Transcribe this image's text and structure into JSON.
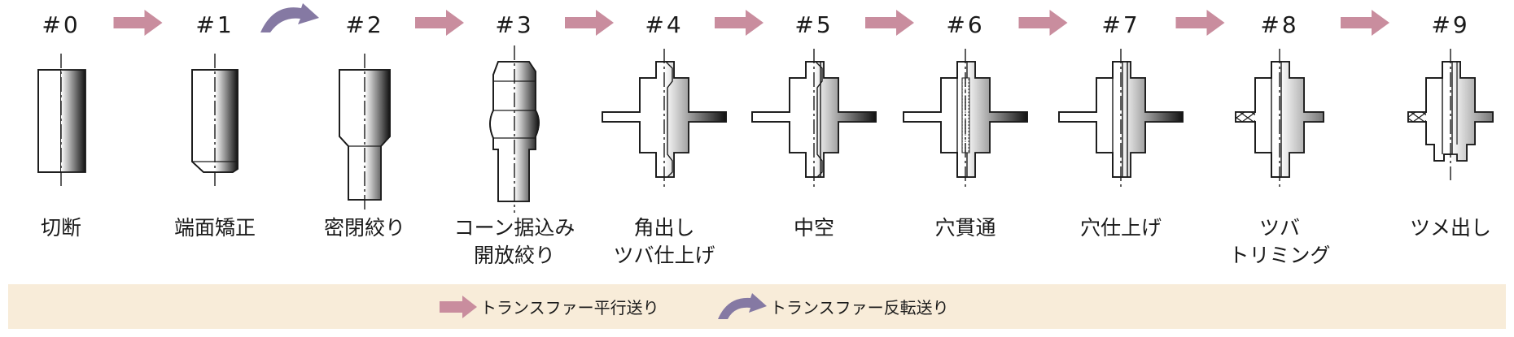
{
  "stations": [
    {
      "id": "#0",
      "lines": [
        "切断"
      ]
    },
    {
      "id": "#1",
      "lines": [
        "端面矯正"
      ]
    },
    {
      "id": "#2",
      "lines": [
        "密閉絞り"
      ]
    },
    {
      "id": "#3",
      "lines": [
        "コーン据込み",
        "開放絞り"
      ]
    },
    {
      "id": "#4",
      "lines": [
        "角出し",
        "ツバ仕上げ"
      ]
    },
    {
      "id": "#5",
      "lines": [
        "中空"
      ]
    },
    {
      "id": "#6",
      "lines": [
        "穴貫通"
      ]
    },
    {
      "id": "#7",
      "lines": [
        "穴仕上げ"
      ]
    },
    {
      "id": "#8",
      "lines": [
        "ツバ",
        "トリミング"
      ]
    },
    {
      "id": "#9",
      "lines": [
        "ツメ出し"
      ]
    }
  ],
  "transfers": [
    "parallel",
    "flip",
    "parallel",
    "parallel",
    "parallel",
    "parallel",
    "parallel",
    "parallel",
    "parallel"
  ],
  "legend": {
    "parallel_label": "トランスファー平行送り",
    "flip_label": "トランスファー反転送り"
  },
  "colors": {
    "parallel_arrow": "#c98d9e",
    "flip_arrow": "#8579a3",
    "legend_background": "#f8ecd9",
    "outline": "#1a1a1a"
  }
}
